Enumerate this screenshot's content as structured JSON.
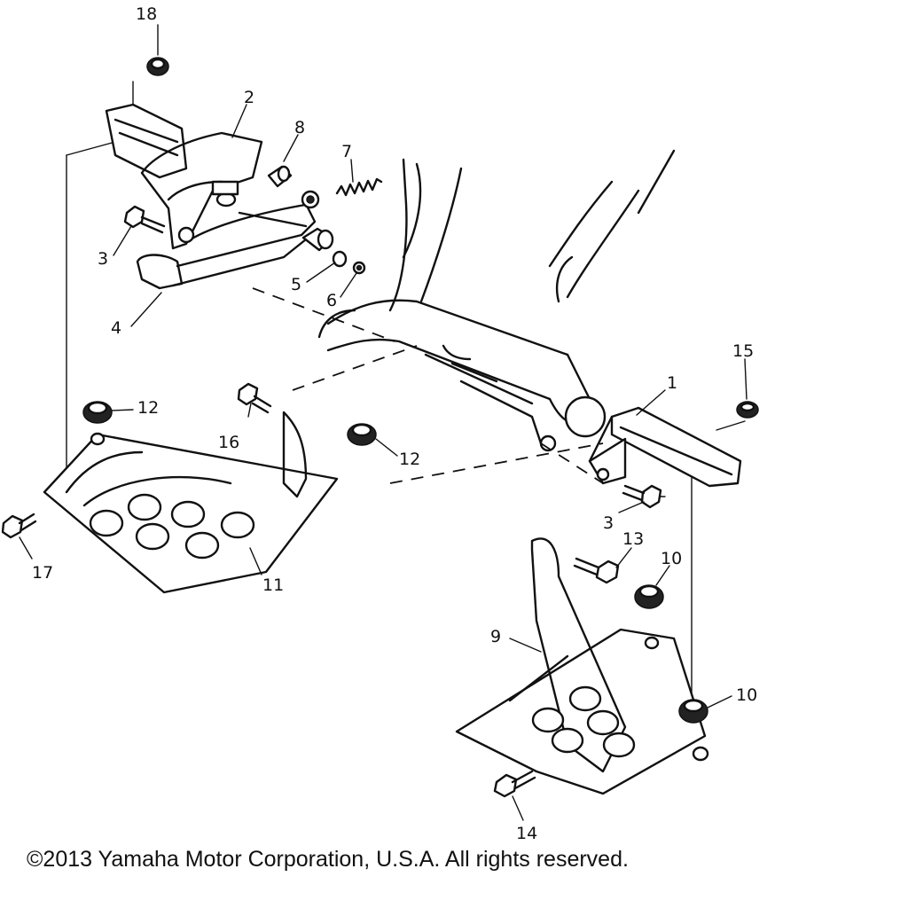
{
  "callouts": [
    {
      "id": "1",
      "label": "1"
    },
    {
      "id": "2",
      "label": "2"
    },
    {
      "id": "3a",
      "label": "3"
    },
    {
      "id": "3b",
      "label": "3"
    },
    {
      "id": "4",
      "label": "4"
    },
    {
      "id": "5",
      "label": "5"
    },
    {
      "id": "6",
      "label": "6"
    },
    {
      "id": "7",
      "label": "7"
    },
    {
      "id": "8",
      "label": "8"
    },
    {
      "id": "9",
      "label": "9"
    },
    {
      "id": "10a",
      "label": "10"
    },
    {
      "id": "10b",
      "label": "10"
    },
    {
      "id": "11",
      "label": "11"
    },
    {
      "id": "12a",
      "label": "12"
    },
    {
      "id": "12b",
      "label": "12"
    },
    {
      "id": "13",
      "label": "13"
    },
    {
      "id": "14",
      "label": "14"
    },
    {
      "id": "15",
      "label": "15"
    },
    {
      "id": "16",
      "label": "16"
    },
    {
      "id": "17",
      "label": "17"
    },
    {
      "id": "18",
      "label": "18"
    }
  ],
  "footer": {
    "copyright": "©2013 Yamaha Motor Corporation, U.S.A. All rights reserved."
  }
}
